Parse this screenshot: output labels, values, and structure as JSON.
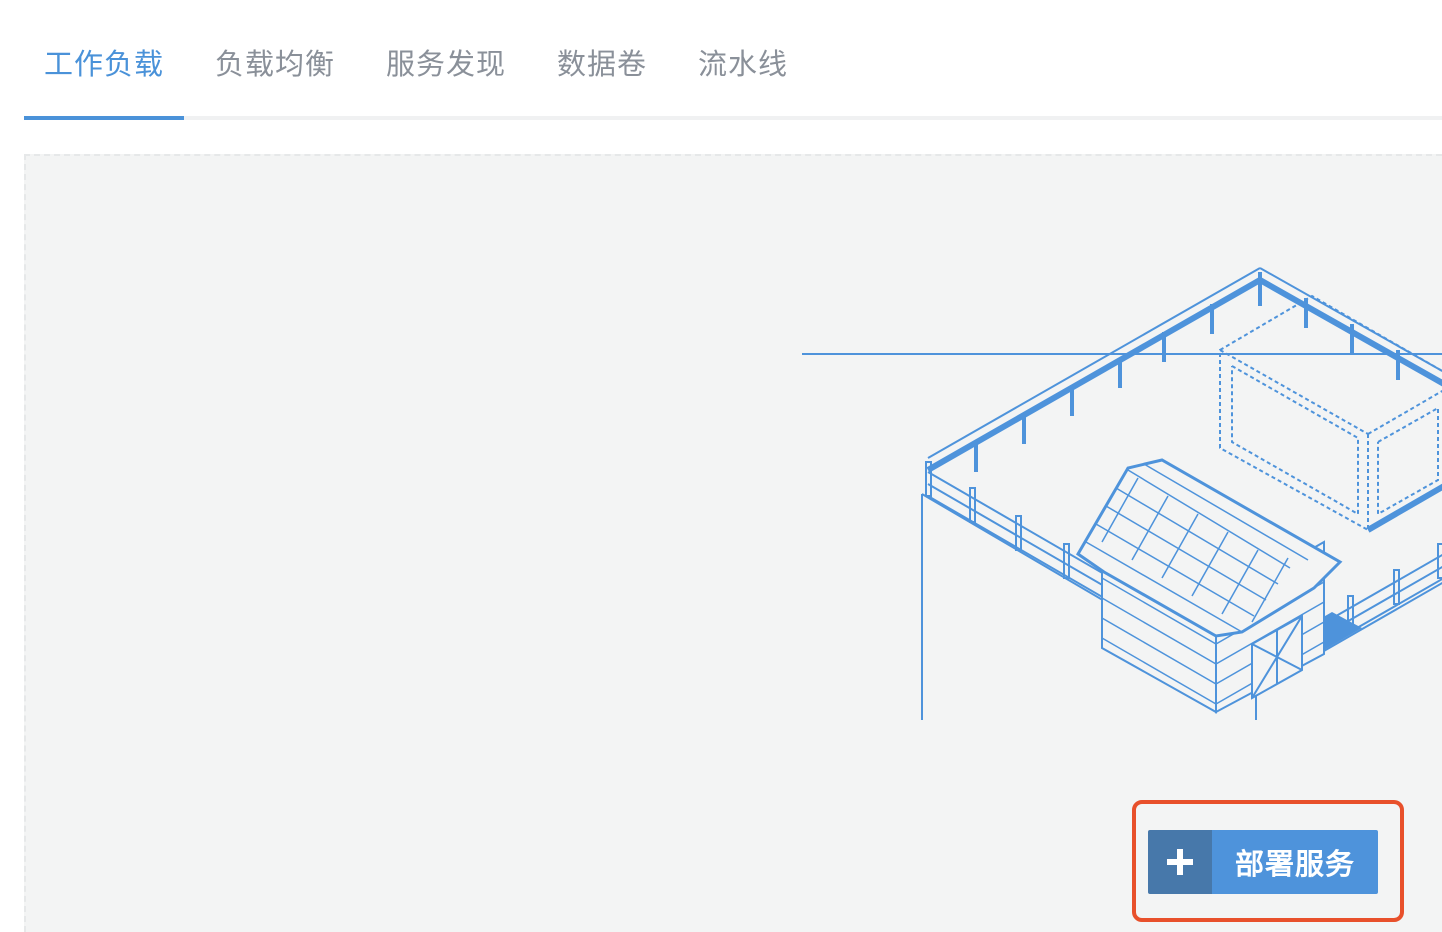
{
  "tabs": [
    {
      "label": "工作负载",
      "active": true
    },
    {
      "label": "负载均衡",
      "active": false
    },
    {
      "label": "服务发现",
      "active": false
    },
    {
      "label": "数据卷",
      "active": false
    },
    {
      "label": "流水线",
      "active": false
    }
  ],
  "empty_state": {
    "illustration": "farm-barn-container-icon",
    "deploy_button_label": "部署服务",
    "deploy_button_icon": "plus-icon"
  },
  "colors": {
    "accent": "#4a92d9",
    "button_main": "#4e93db",
    "button_icon_bg": "#4778aa",
    "highlight": "#e8502b",
    "panel_bg": "#f3f4f4"
  }
}
